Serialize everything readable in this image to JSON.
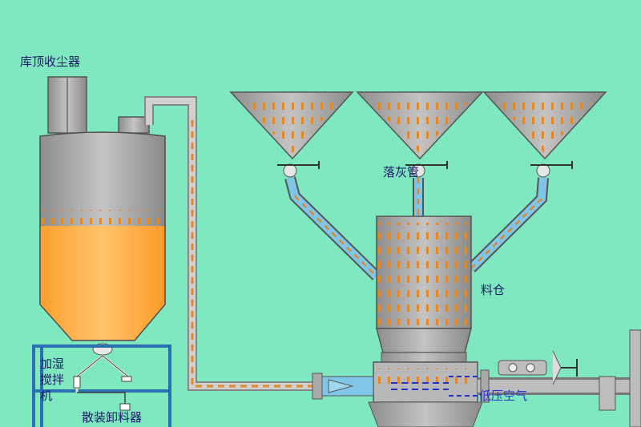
{
  "labels": {
    "silo_dust_collector": "库顶收尘器",
    "drop_pipe": "落灰管",
    "bin": "料仓",
    "humidifier_mixer": [
      "加湿",
      "搅拌",
      "机"
    ],
    "bulk_loader": "散装卸料器",
    "low_pressure_air": "低压空气"
  },
  "colors": {
    "background": "#7fe8c0",
    "metal": "#a8a8a8",
    "material_fill": "#ffb14e",
    "dash": "#e08a2a",
    "frame": "#2a6fb0",
    "air": "#2233cc"
  }
}
